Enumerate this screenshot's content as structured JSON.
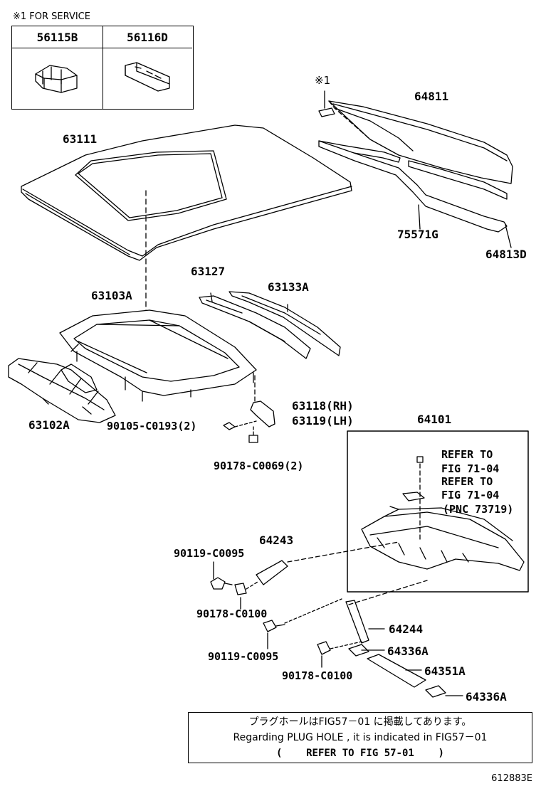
{
  "service": {
    "title": "※1 FOR SERVICE",
    "col1": "56115B",
    "col2": "56116D"
  },
  "labels": {
    "asterisk1": "※1",
    "p64811": "64811",
    "p63111": "63111",
    "p75571g": "75571G",
    "p64813d": "64813D",
    "p63127": "63127",
    "p63133a": "63133A",
    "p63103a": "63103A",
    "p63102a": "63102A",
    "p63118": "63118(RH)",
    "p63119": "63119(LH)",
    "p90105": "90105-C0193(2)",
    "p90178a": "90178-C0069(2)",
    "p64101": "64101",
    "refer1a": "REFER TO",
    "refer1b": "FIG 71-04",
    "refer2a": "REFER TO",
    "refer2b": "FIG 71-04",
    "refer2c": "(PNC 73719)",
    "p64243": "64243",
    "p90119a": "90119-C0095",
    "p90178b": "90178-C0100",
    "p64244": "64244",
    "p90119b": "90119-C0095",
    "p64336a1": "64336A",
    "p90178c": "90178-C0100",
    "p64351a": "64351A",
    "p64336a2": "64336A"
  },
  "note": {
    "line1": "プラグホールはFIG57－01 に掲載してあります。",
    "line2": "Regarding PLUG HOLE , it is indicated in FIG57－01",
    "line3": "(    REFER TO FIG 57-01    )"
  },
  "figure_number": "612883E"
}
